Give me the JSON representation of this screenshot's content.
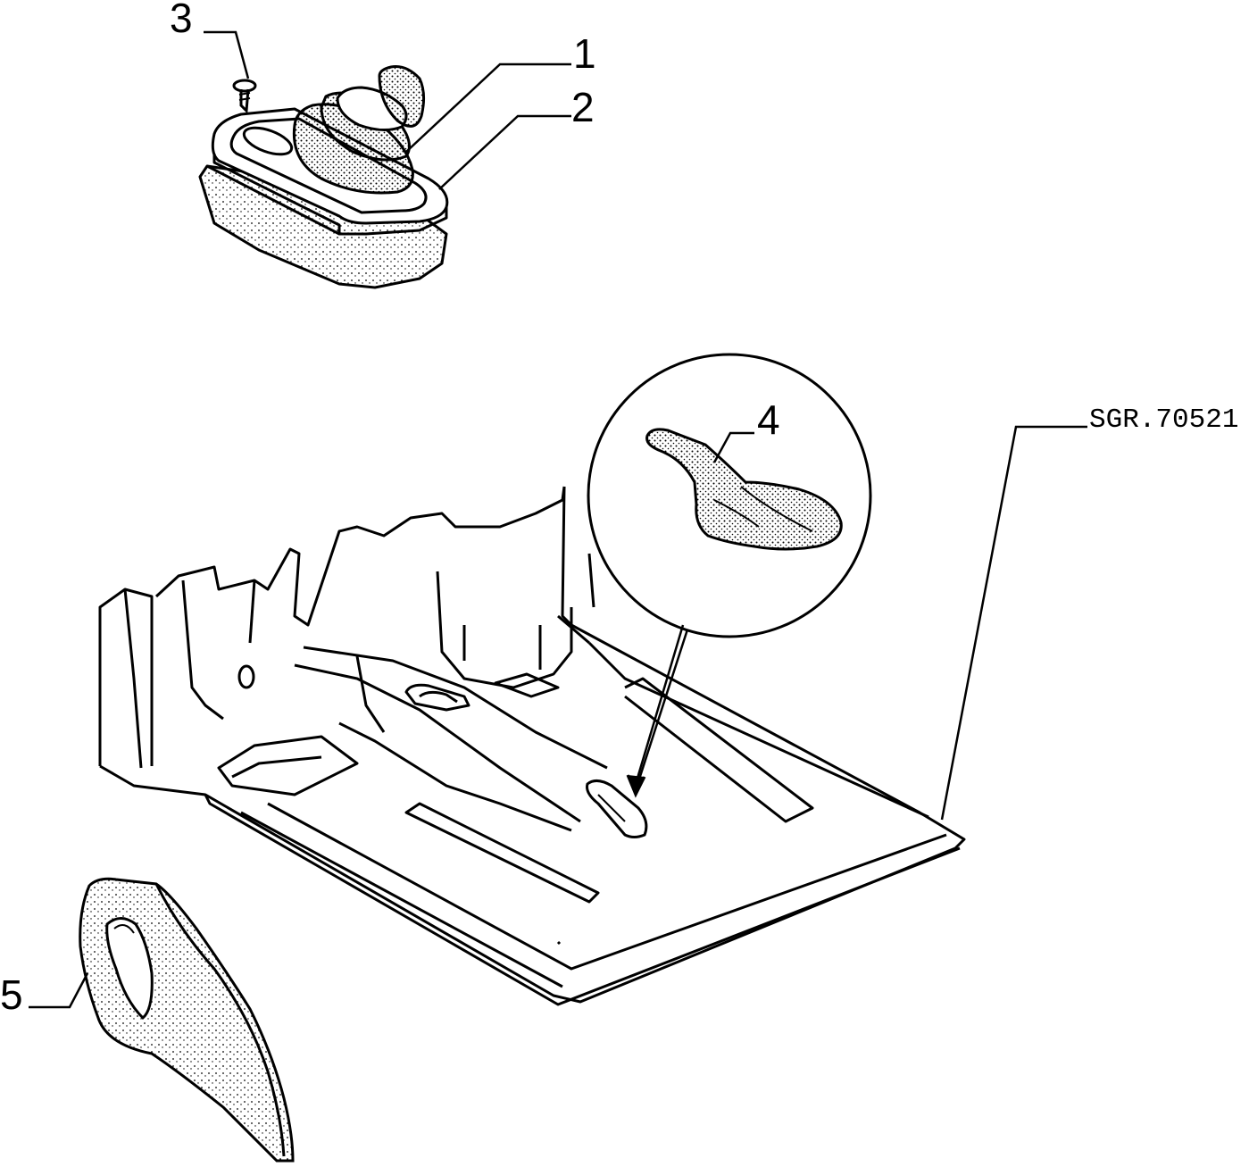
{
  "diagram": {
    "reference_code": "SGR.70521",
    "callouts": [
      {
        "id": "1",
        "label": "1"
      },
      {
        "id": "2",
        "label": "2"
      },
      {
        "id": "3",
        "label": "3"
      },
      {
        "id": "4",
        "label": "4"
      },
      {
        "id": "5",
        "label": "5"
      }
    ]
  }
}
